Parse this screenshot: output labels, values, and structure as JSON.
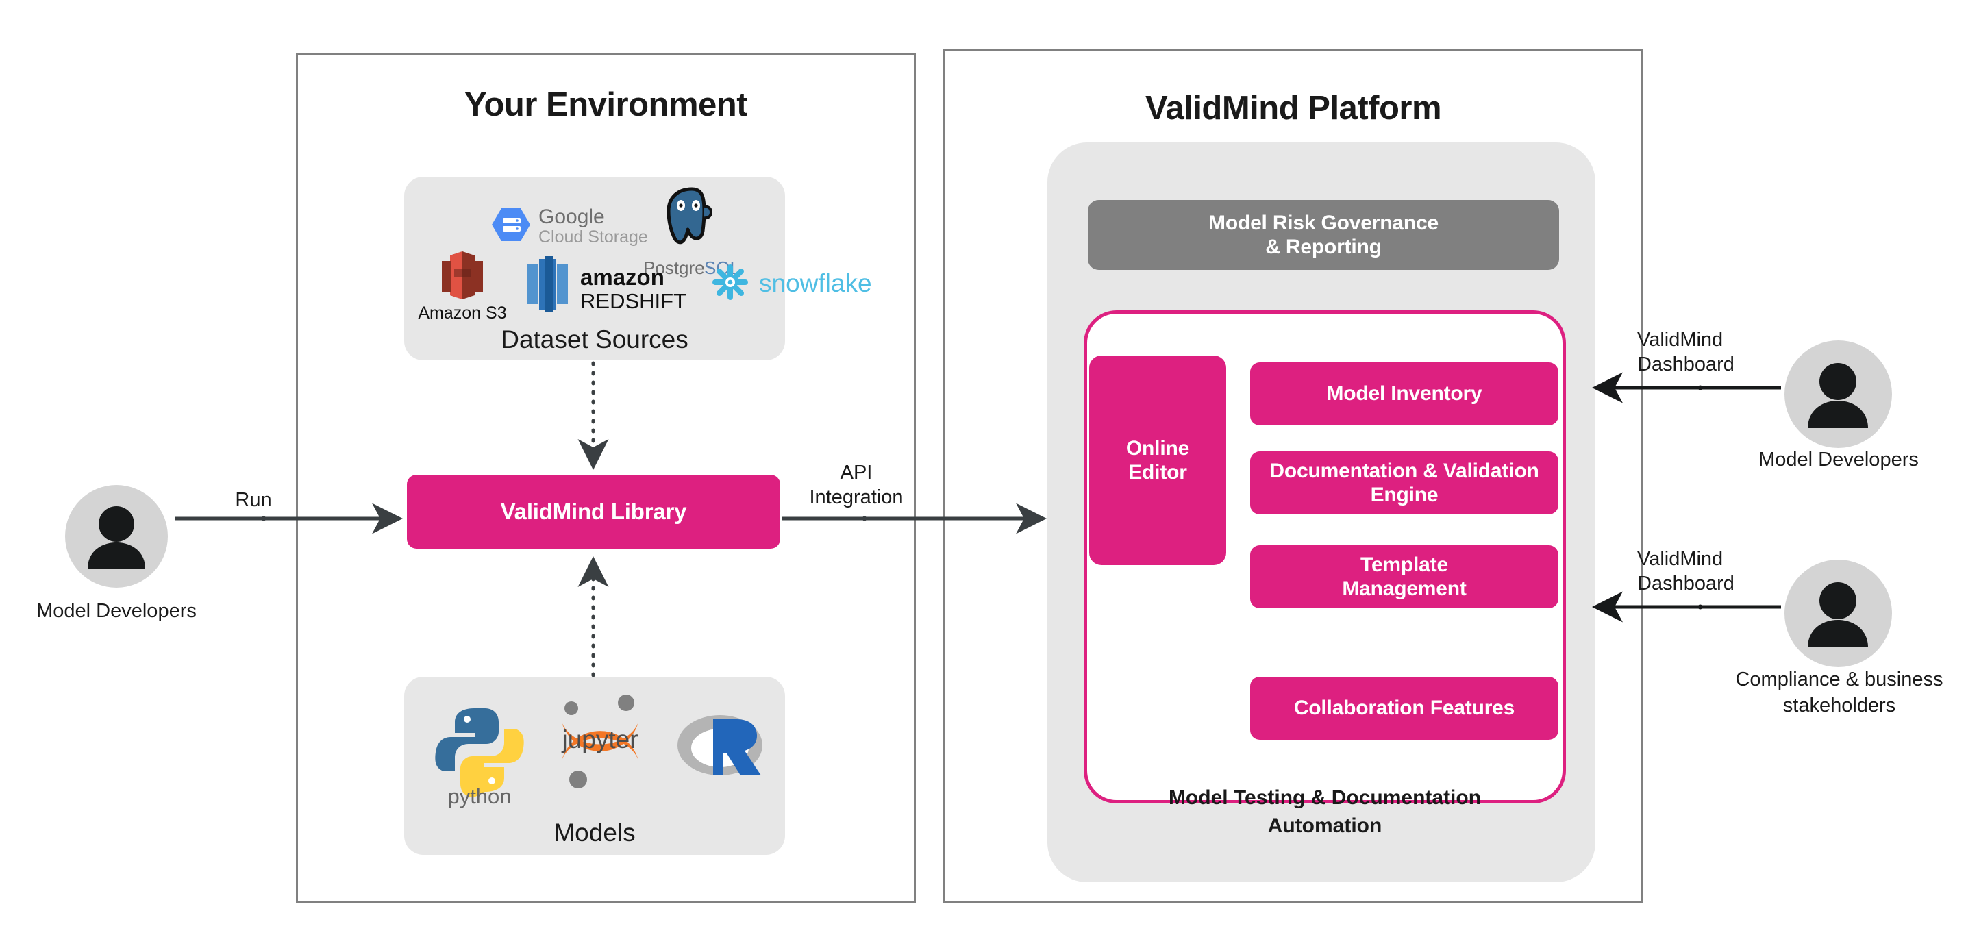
{
  "panels": [
    {
      "title": "Your Environment"
    },
    {
      "title": "ValidMind Platform"
    }
  ],
  "environment": {
    "dataset_sources": {
      "label": "Dataset Sources",
      "logos": [
        {
          "name": "google-cloud-storage-logo",
          "line1": "Google",
          "line2": "Cloud Storage"
        },
        {
          "name": "postgresql-logo",
          "line1": "Postgre",
          "line2": "SQL"
        },
        {
          "name": "amazon-s3-logo",
          "line1": "Amazon S3",
          "line2": ""
        },
        {
          "name": "amazon-redshift-logo",
          "line1": "amazon",
          "line2": "REDSHIFT"
        },
        {
          "name": "snowflake-logo",
          "line1": "snowflake",
          "line2": ""
        }
      ]
    },
    "library": {
      "label": "ValidMind Library"
    },
    "models": {
      "label": "Models",
      "logos": [
        {
          "name": "python-logo",
          "caption": "python"
        },
        {
          "name": "jupyter-logo",
          "caption": "jupyter"
        },
        {
          "name": "r-logo",
          "caption": "R"
        }
      ]
    }
  },
  "platform": {
    "governance": {
      "line1": "Model Risk Governance",
      "line2": "& Reporting"
    },
    "online_editor": {
      "line1": "Online",
      "line2": "Editor"
    },
    "features": [
      {
        "line1": "Model Inventory",
        "line2": ""
      },
      {
        "line1": "Documentation & Validation",
        "line2": "Engine"
      },
      {
        "line1": "Template",
        "line2": "Management"
      },
      {
        "line1": "Collaboration Features",
        "line2": ""
      }
    ],
    "automation_caption": {
      "line1": "Model Testing & Documentation",
      "line2": "Automation"
    }
  },
  "actors": {
    "left": {
      "label": "Model Developers"
    },
    "right_top": {
      "label": "Model Developers"
    },
    "right_bottom": {
      "line1": "Compliance & business",
      "line2": "stakeholders"
    }
  },
  "edges": [
    {
      "name": "run-edge",
      "label": "Run"
    },
    {
      "name": "api-integration-edge",
      "line1": "API",
      "line2": "Integration"
    },
    {
      "name": "dashboard-edge-top",
      "line1": "ValidMind",
      "line2": "Dashboard"
    },
    {
      "name": "dashboard-edge-bottom",
      "line1": "ValidMind",
      "line2": "Dashboard"
    }
  ],
  "colors": {
    "brand_pink": "#DD2080",
    "grey": "#808080",
    "soft_grey": "#E7E7E7",
    "avatar_grey": "#D4D4D4",
    "text": "#1a1a1a"
  }
}
